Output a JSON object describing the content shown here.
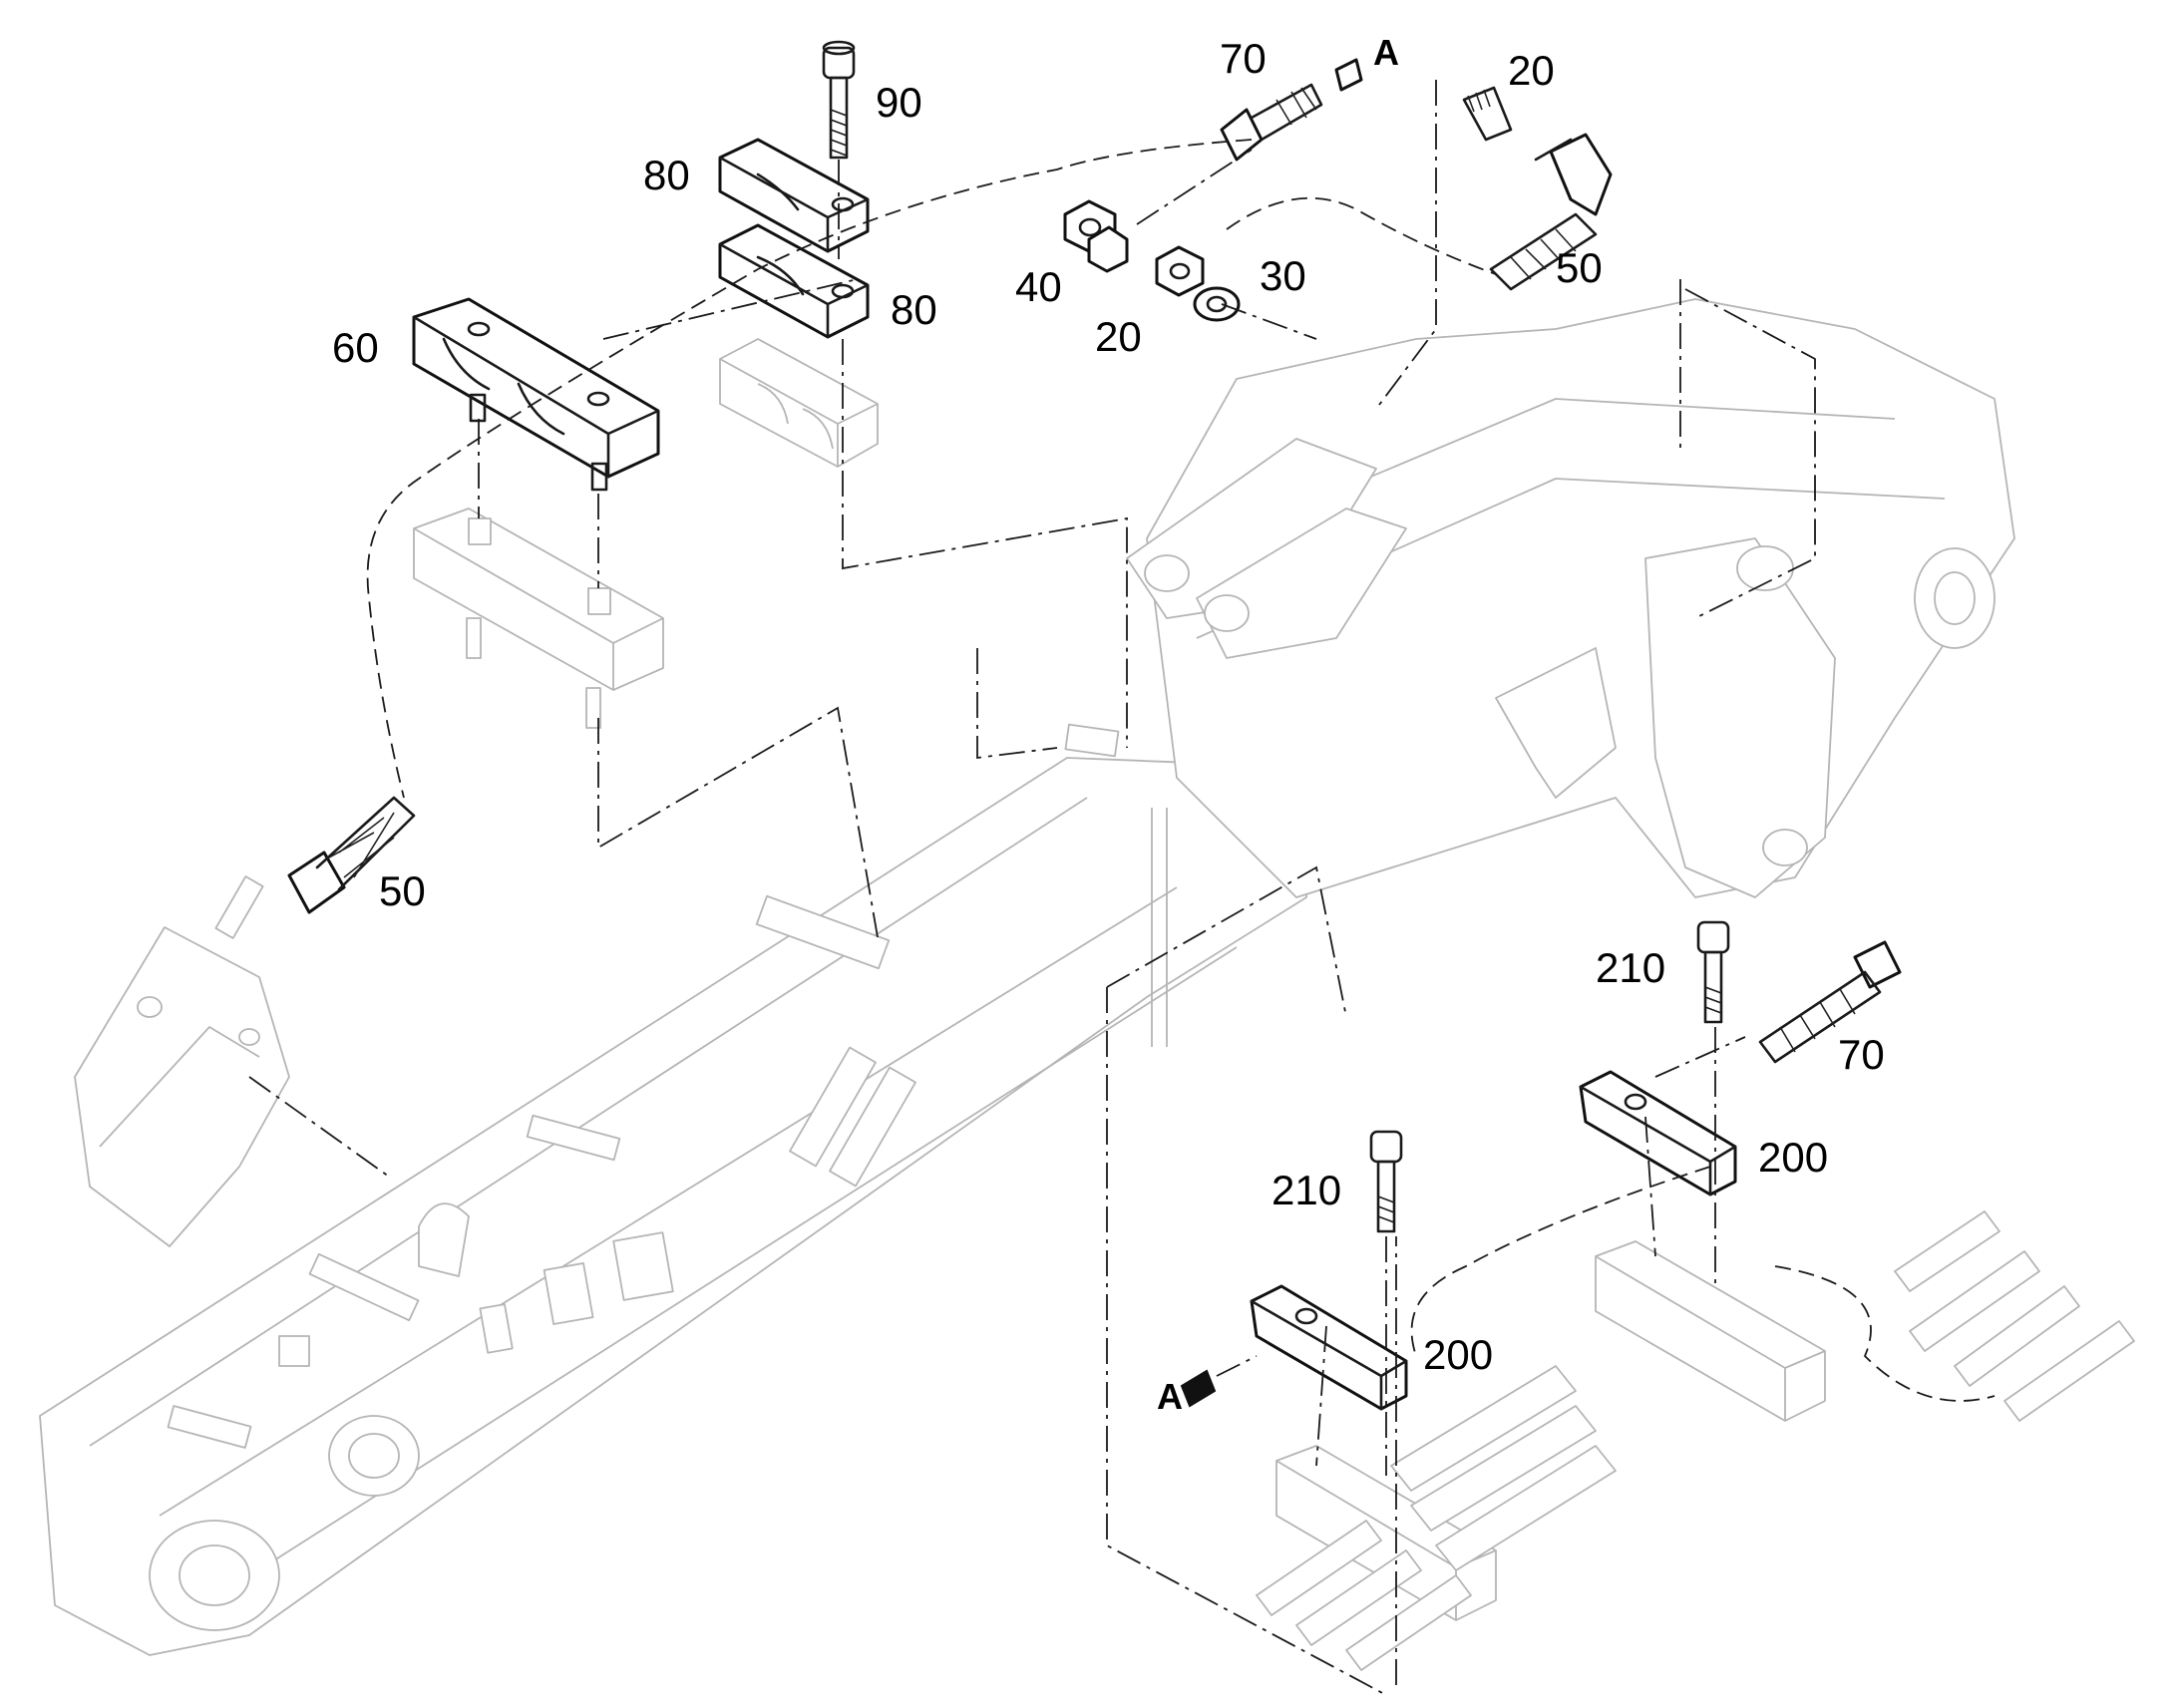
{
  "diagram": {
    "callouts": [
      {
        "id": "c90",
        "text": "90"
      },
      {
        "id": "c80a",
        "text": "80"
      },
      {
        "id": "c80b",
        "text": "80"
      },
      {
        "id": "c60",
        "text": "60"
      },
      {
        "id": "c70a",
        "text": "70"
      },
      {
        "id": "c20a",
        "text": "20"
      },
      {
        "id": "c40",
        "text": "40"
      },
      {
        "id": "c20b",
        "text": "20"
      },
      {
        "id": "c30",
        "text": "30"
      },
      {
        "id": "c50a",
        "text": "50"
      },
      {
        "id": "c50b",
        "text": "50"
      },
      {
        "id": "c210a",
        "text": "210"
      },
      {
        "id": "c70b",
        "text": "70"
      },
      {
        "id": "c200a",
        "text": "200"
      },
      {
        "id": "c210b",
        "text": "210"
      },
      {
        "id": "c200b",
        "text": "200"
      }
    ],
    "view_markers": [
      {
        "id": "arrowA1",
        "text": "A"
      },
      {
        "id": "arrowA2",
        "text": "A"
      }
    ],
    "colors": {
      "line": "#1a1a1a",
      "ghost": "#b5b5b5",
      "background": "#ffffff"
    }
  }
}
